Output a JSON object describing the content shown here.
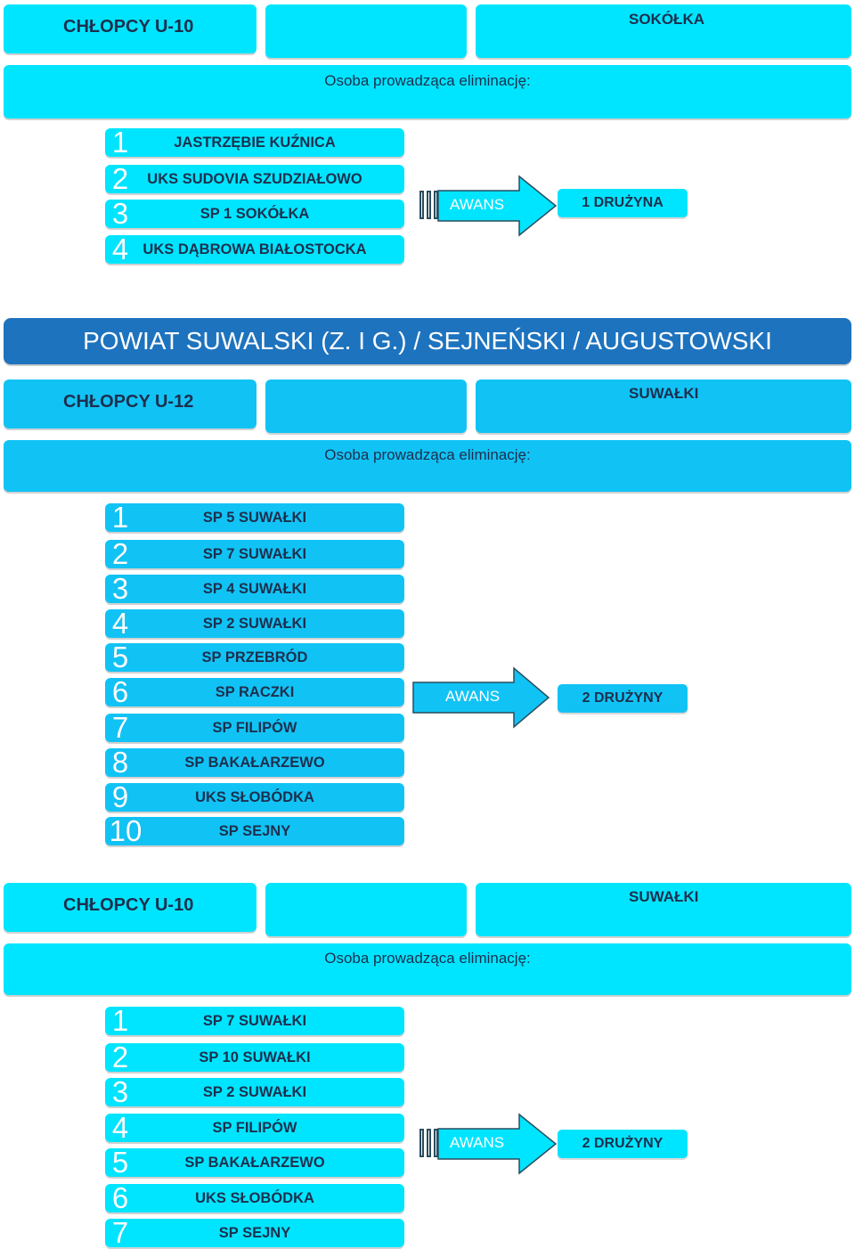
{
  "colors": {
    "cyan": "#00e5ff",
    "light_blue": "#11c3f5",
    "dark_blue": "#1e73be",
    "text_dark": "#1d2f4e",
    "white": "#ffffff"
  },
  "section1": {
    "category": "CHŁOPCY U-10",
    "location": "SOKÓŁKA",
    "organizer": "Osoba prowadząca eliminację:",
    "teams": [
      {
        "num": "1",
        "name": "JASTRZĘBIE KUŹNICA"
      },
      {
        "num": "2",
        "name": "UKS SUDOVIA SZUDZIAŁOWO"
      },
      {
        "num": "3",
        "name": "SP 1 SOKÓŁKA"
      },
      {
        "num": "4",
        "name": "UKS DĄBROWA BIAŁOSTOCKA"
      }
    ],
    "awans": "AWANS",
    "result": "1 DRUŻYNA"
  },
  "powiat_title": "POWIAT SUWALSKI (Z. I G.) / SEJNEŃSKI / AUGUSTOWSKI",
  "section2": {
    "category": "CHŁOPCY U-12",
    "location": "SUWAŁKI",
    "organizer": "Osoba prowadząca eliminację:",
    "teams": [
      {
        "num": "1",
        "name": "SP 5 SUWAŁKI"
      },
      {
        "num": "2",
        "name": "SP 7 SUWAŁKI"
      },
      {
        "num": "3",
        "name": "SP 4 SUWAŁKI"
      },
      {
        "num": "4",
        "name": "SP 2 SUWAŁKI"
      },
      {
        "num": "5",
        "name": "SP PRZEBRÓD"
      },
      {
        "num": "6",
        "name": "SP RACZKI"
      },
      {
        "num": "7",
        "name": "SP FILIPÓW"
      },
      {
        "num": "8",
        "name": "SP BAKAŁARZEWO"
      },
      {
        "num": "9",
        "name": "UKS SŁOBÓDKA"
      },
      {
        "num": "10",
        "name": "SP SEJNY"
      }
    ],
    "awans": "AWANS",
    "result": "2 DRUŻYNY"
  },
  "section3": {
    "category": "CHŁOPCY U-10",
    "location": "SUWAŁKI",
    "organizer": "Osoba prowadząca eliminację:",
    "teams": [
      {
        "num": "1",
        "name": "SP 7 SUWAŁKI"
      },
      {
        "num": "2",
        "name": "SP 10 SUWAŁKI"
      },
      {
        "num": "3",
        "name": "SP 2 SUWAŁKI"
      },
      {
        "num": "4",
        "name": "SP FILIPÓW"
      },
      {
        "num": "5",
        "name": "SP BAKAŁARZEWO"
      },
      {
        "num": "6",
        "name": "UKS SŁOBÓDKA"
      },
      {
        "num": "7",
        "name": "SP SEJNY"
      }
    ],
    "awans": "AWANS",
    "result": "2 DRUŻYNY"
  }
}
